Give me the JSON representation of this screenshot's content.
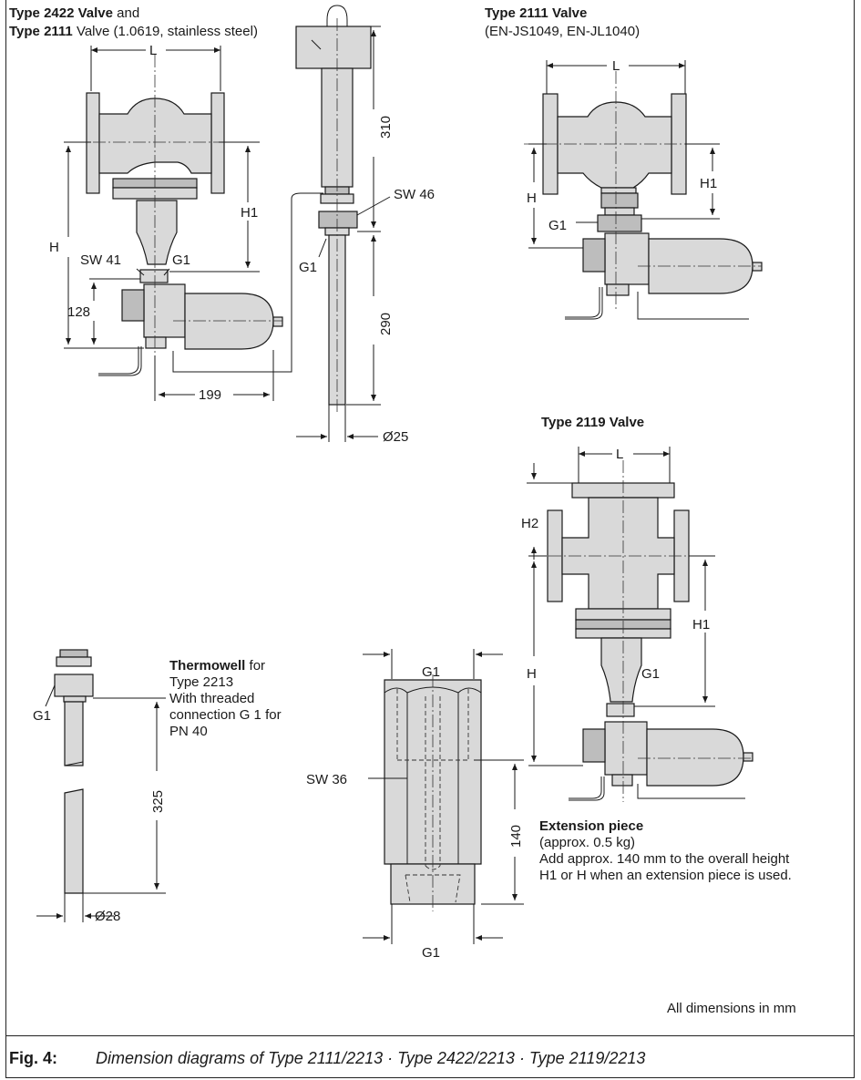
{
  "titles": {
    "valve2422_bold": "Type 2422 Valve",
    "valve2422_rest": " and",
    "valve2111ss_bold": "Type 2111",
    "valve2111ss_rest": " Valve (1.0619, stainless steel)",
    "valve2111_bold": "Type 2111 Valve",
    "valve2111_sub": "(EN-JS1049, EN-JL1040)",
    "valve2119_bold": "Type 2119 Valve"
  },
  "dims": {
    "L": "L",
    "H": "H",
    "H1": "H1",
    "H2": "H2",
    "G1": "G1",
    "sw41": "SW 41",
    "sw46": "SW 46",
    "sw36": "SW 36",
    "d128": "128",
    "d199": "199",
    "d310": "310",
    "d290": "290",
    "d25": "Ø25",
    "d325": "325",
    "d28": "Ø28",
    "d140": "140"
  },
  "thermowell": {
    "title_bold": "Thermowell",
    "title_rest": " for",
    "lines": [
      "Type 2213",
      "With threaded",
      "connection G 1 for",
      "PN 40"
    ]
  },
  "extension": {
    "title_bold": "Extension piece",
    "lines": [
      "(approx. 0.5 kg)",
      "Add approx. 140 mm to the overall height",
      "H1 or H when an extension piece is used."
    ]
  },
  "note": "All dimensions in mm",
  "figure": {
    "label": "Fig. 4:",
    "caption": "Dimension diagrams of Type 2111/2213 · Type 2422/2213 · Type 2119/2213"
  }
}
